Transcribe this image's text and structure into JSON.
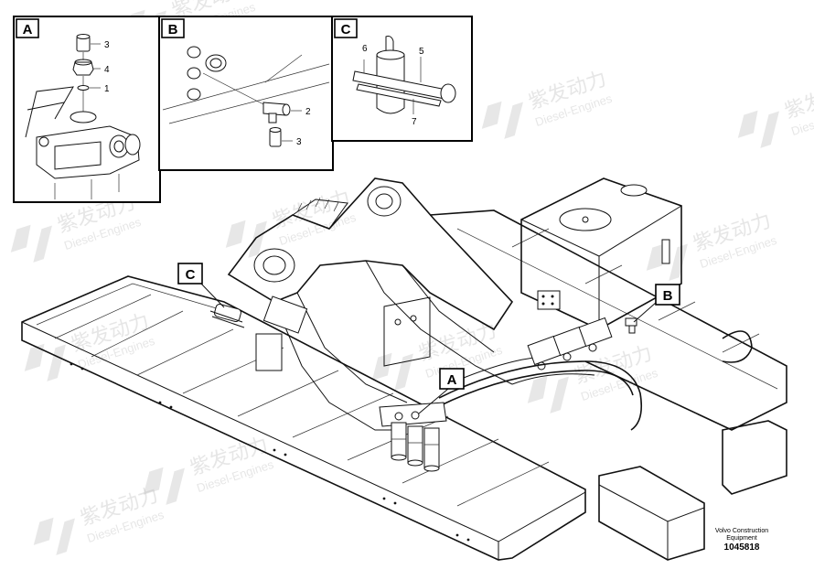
{
  "detail_panels": [
    {
      "id": "A",
      "parts": [
        {
          "number": "3"
        },
        {
          "number": "4"
        },
        {
          "number": "1"
        }
      ]
    },
    {
      "id": "B",
      "parts": [
        {
          "number": "2"
        },
        {
          "number": "3"
        }
      ]
    },
    {
      "id": "C",
      "parts": [
        {
          "number": "6"
        },
        {
          "number": "5"
        },
        {
          "number": "7"
        }
      ]
    }
  ],
  "callouts": [
    "C",
    "A",
    "B"
  ],
  "watermark": {
    "brand_cn": "紫发动力",
    "brand_en": "Diesel-Engines",
    "color": "#b9b9b9"
  },
  "footer": {
    "credit_line1": "Volvo Construction",
    "credit_line2": "Equipment",
    "drawing_number": "1045818"
  }
}
